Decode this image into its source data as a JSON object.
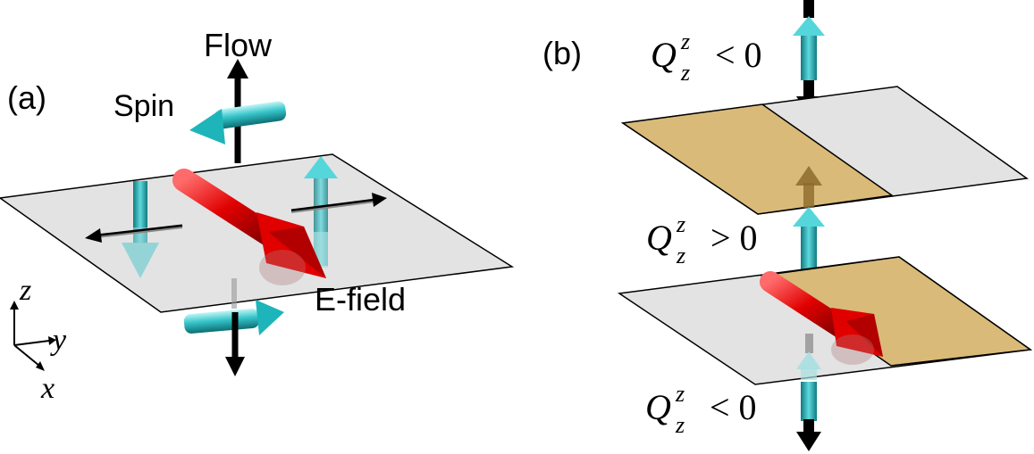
{
  "panel_a": {
    "label": "(a)",
    "flow_label": "Flow",
    "spin_label": "Spin",
    "efield_label": "E-field",
    "axes": {
      "z": "z",
      "y": "y",
      "x": "x"
    }
  },
  "panel_b": {
    "label": "(b)",
    "top_relation": {
      "Q": "Q",
      "sup": "z",
      "sub": "z",
      "rel": "< 0"
    },
    "middle_relation": {
      "Q": "Q",
      "sup": "z",
      "sub": "z",
      "rel": "> 0"
    },
    "bottom_relation": {
      "Q": "Q",
      "sup": "z",
      "sub": "z",
      "rel": "< 0"
    }
  },
  "colors": {
    "plane": "#e3e3e3",
    "plane_tan": "#d9ba78",
    "efield_arrow": "#e00000",
    "spin_arrow": "#1aa8ad",
    "flow_arrow": "#000000"
  }
}
